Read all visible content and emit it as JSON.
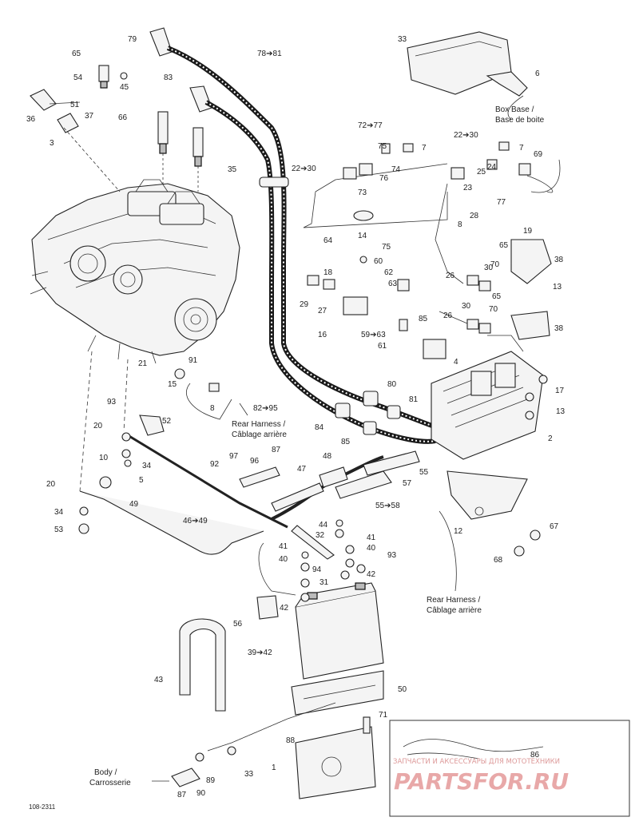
{
  "labels": [
    {
      "id": "l79",
      "text": "79"
    },
    {
      "id": "l78_81",
      "text": "78➔81"
    },
    {
      "id": "l65a",
      "text": "65"
    },
    {
      "id": "l54",
      "text": "54"
    },
    {
      "id": "l45",
      "text": "45"
    },
    {
      "id": "l83",
      "text": "83"
    },
    {
      "id": "l36",
      "text": "36"
    },
    {
      "id": "l51",
      "text": "51"
    },
    {
      "id": "l37",
      "text": "37"
    },
    {
      "id": "l3",
      "text": "3"
    },
    {
      "id": "l66",
      "text": "66"
    },
    {
      "id": "l33",
      "text": "33"
    },
    {
      "id": "l6",
      "text": "6"
    },
    {
      "id": "l35",
      "text": "35"
    },
    {
      "id": "l72_77",
      "text": "72➔77"
    },
    {
      "id": "l75",
      "text": "75"
    },
    {
      "id": "l74",
      "text": "74"
    },
    {
      "id": "l76",
      "text": "76"
    },
    {
      "id": "l73",
      "text": "73"
    },
    {
      "id": "l7a",
      "text": "7"
    },
    {
      "id": "l22_30a",
      "text": "22➔30"
    },
    {
      "id": "l22_30b",
      "text": "22➔30"
    },
    {
      "id": "l7b",
      "text": "7"
    },
    {
      "id": "l25",
      "text": "25"
    },
    {
      "id": "l24",
      "text": "24"
    },
    {
      "id": "l69",
      "text": "69"
    },
    {
      "id": "l23",
      "text": "23"
    },
    {
      "id": "l8a",
      "text": "8"
    },
    {
      "id": "l28",
      "text": "28"
    },
    {
      "id": "l77",
      "text": "77"
    },
    {
      "id": "l14",
      "text": "14"
    },
    {
      "id": "l64",
      "text": "64"
    },
    {
      "id": "l75b",
      "text": "75"
    },
    {
      "id": "l60",
      "text": "60"
    },
    {
      "id": "l18",
      "text": "18"
    },
    {
      "id": "l62",
      "text": "62"
    },
    {
      "id": "l63",
      "text": "63"
    },
    {
      "id": "l29",
      "text": "29"
    },
    {
      "id": "l27",
      "text": "27"
    },
    {
      "id": "l16",
      "text": "16"
    },
    {
      "id": "l59_63",
      "text": "59➔63"
    },
    {
      "id": "l61",
      "text": "61"
    },
    {
      "id": "l19",
      "text": "19"
    },
    {
      "id": "l65b",
      "text": "65"
    },
    {
      "id": "l70a",
      "text": "70"
    },
    {
      "id": "l38a",
      "text": "38"
    },
    {
      "id": "l26a",
      "text": "26"
    },
    {
      "id": "l30a",
      "text": "30"
    },
    {
      "id": "l65c",
      "text": "65"
    },
    {
      "id": "l13a",
      "text": "13"
    },
    {
      "id": "l26b",
      "text": "26"
    },
    {
      "id": "l30b",
      "text": "30"
    },
    {
      "id": "l70b",
      "text": "70"
    },
    {
      "id": "l38b",
      "text": "38"
    },
    {
      "id": "l85",
      "text": "85"
    },
    {
      "id": "l4",
      "text": "4"
    },
    {
      "id": "l21",
      "text": "21"
    },
    {
      "id": "l91",
      "text": "91"
    },
    {
      "id": "l15",
      "text": "15"
    },
    {
      "id": "l8b",
      "text": "8"
    },
    {
      "id": "l82_95",
      "text": "82➔95"
    },
    {
      "id": "l80",
      "text": "80"
    },
    {
      "id": "l81",
      "text": "81"
    },
    {
      "id": "l17",
      "text": "17"
    },
    {
      "id": "l13b",
      "text": "13"
    },
    {
      "id": "l2",
      "text": "2"
    },
    {
      "id": "l93a",
      "text": "93"
    },
    {
      "id": "l20a",
      "text": "20"
    },
    {
      "id": "l52",
      "text": "52"
    },
    {
      "id": "l84",
      "text": "84"
    },
    {
      "id": "l85b",
      "text": "85"
    },
    {
      "id": "l10",
      "text": "10"
    },
    {
      "id": "l34a",
      "text": "34"
    },
    {
      "id": "l5",
      "text": "5"
    },
    {
      "id": "l97",
      "text": "97"
    },
    {
      "id": "l96",
      "text": "96"
    },
    {
      "id": "l87a",
      "text": "87"
    },
    {
      "id": "l48",
      "text": "48"
    },
    {
      "id": "l55",
      "text": "55"
    },
    {
      "id": "l92",
      "text": "92"
    },
    {
      "id": "l47",
      "text": "47"
    },
    {
      "id": "l57",
      "text": "57"
    },
    {
      "id": "l20b",
      "text": "20"
    },
    {
      "id": "l49",
      "text": "49"
    },
    {
      "id": "l55_58",
      "text": "55➔58"
    },
    {
      "id": "l34b",
      "text": "34"
    },
    {
      "id": "l53",
      "text": "53"
    },
    {
      "id": "l46_49",
      "text": "46➔49"
    },
    {
      "id": "l44",
      "text": "44"
    },
    {
      "id": "l32",
      "text": "32"
    },
    {
      "id": "l41a",
      "text": "41"
    },
    {
      "id": "l41b",
      "text": "41"
    },
    {
      "id": "l40a",
      "text": "40"
    },
    {
      "id": "l12",
      "text": "12"
    },
    {
      "id": "l67a",
      "text": "67"
    },
    {
      "id": "l68",
      "text": "68"
    },
    {
      "id": "l40b",
      "text": "40"
    },
    {
      "id": "l94",
      "text": "94"
    },
    {
      "id": "l93b",
      "text": "93"
    },
    {
      "id": "l31",
      "text": "31"
    },
    {
      "id": "l42a",
      "text": "42"
    },
    {
      "id": "l42b",
      "text": "42"
    },
    {
      "id": "l56",
      "text": "56"
    },
    {
      "id": "l39_42",
      "text": "39➔42"
    },
    {
      "id": "l43",
      "text": "43"
    },
    {
      "id": "l50",
      "text": "50"
    },
    {
      "id": "l71",
      "text": "71"
    },
    {
      "id": "l88",
      "text": "88"
    },
    {
      "id": "l1",
      "text": "1"
    },
    {
      "id": "l89",
      "text": "89"
    },
    {
      "id": "l33b",
      "text": "33"
    },
    {
      "id": "l87b",
      "text": "87"
    },
    {
      "id": "l90",
      "text": "90"
    },
    {
      "id": "l86",
      "text": "86"
    }
  ],
  "captions": {
    "box_base_en": "Box Base /",
    "box_base_fr": "Base de boite",
    "rear_harness_1_en": "Rear Harness /",
    "rear_harness_1_fr": "Câblage arrière",
    "rear_harness_2_en": "Rear Harness /",
    "rear_harness_2_fr": "Câblage arrière",
    "body_en": "Body /",
    "body_fr": "Carrosserie"
  },
  "figure_id": "108-2311",
  "watermark": {
    "brand": "PARTSFOR.RU",
    "tagline": "ЗАПЧАСТИ И АКСЕССУАРЫ ДЛЯ МОТОТЕХНИКИ",
    "color": "#e8a8a8"
  },
  "colors": {
    "ink": "#222222",
    "cable": "#1a1a1a",
    "background": "#ffffff"
  }
}
